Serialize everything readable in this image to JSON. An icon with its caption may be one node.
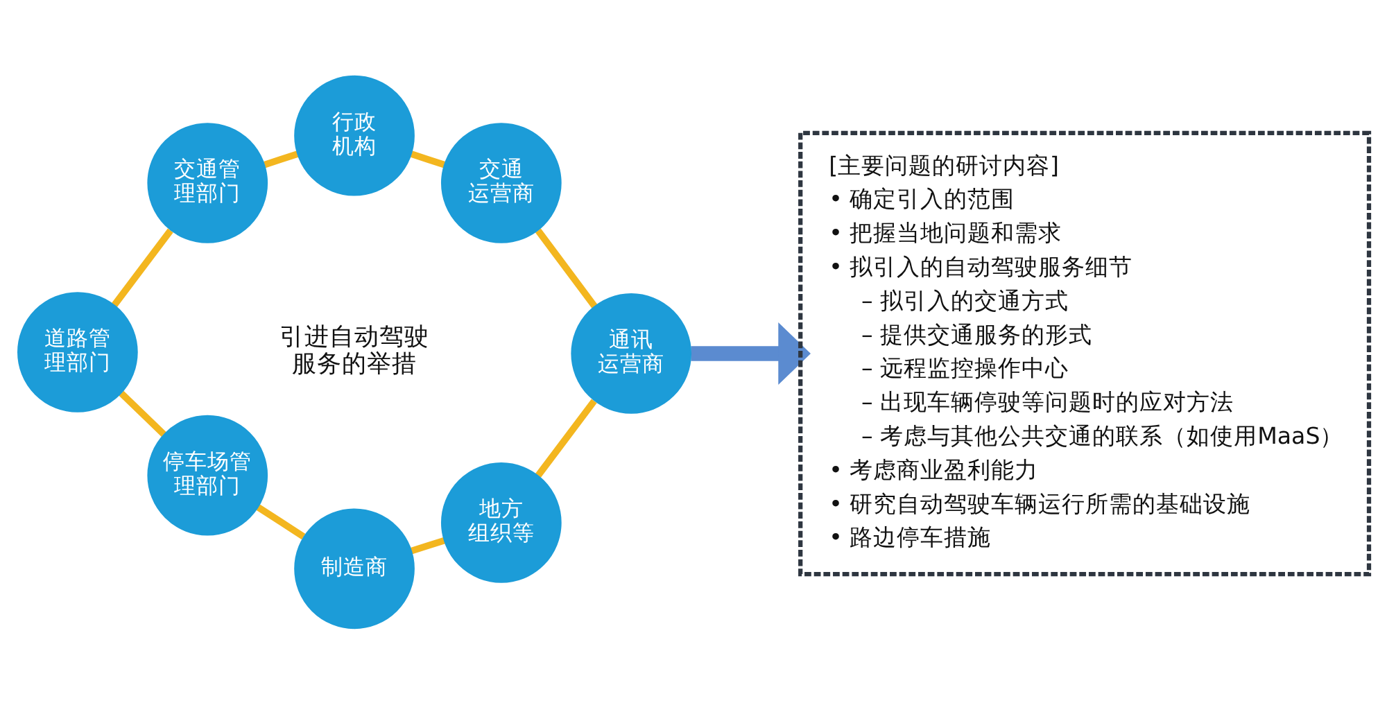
{
  "diagram": {
    "nodes": [
      {
        "text": [
          "引进自动驾驶服务的举措"
        ]
      },
      {
        "text": [
          "行政机构"
        ]
      },
      {
        "text": [
          "交通运营商"
        ]
      },
      {
        "text": [
          "通讯运营商"
        ]
      },
      {
        "text": [
          "地方组织等"
        ]
      },
      {
        "text": [
          "制造商"
        ]
      },
      {
        "text": [
          "停车场管理部门"
        ]
      },
      {
        "text": [
          "道路管理部门"
        ]
      },
      {
        "text": [
          "交通管理部门"
        ]
      },
      {
        "text": [
          "[主要问题的研讨内容]",
          "• 确定引入的范围",
          "• 把握当地问题和需求",
          "• 拟引入的自动驾驶服务细节",
          "– 拟引入的交通方式",
          "– 提供交通服务的形式",
          "– 远程监控操作中心",
          "– 出现车辆停驶等问题时的应对方法",
          "– 考虑与其他公共交通的联系（如使用MaaS）",
          "• 考虑商业盈利能力",
          "• 研究自动驾驶车辆运行所需的基础设施",
          "• 路边停车措施"
        ]
      }
    ],
    "edges": [
      {
        "from": 7,
        "to": 8,
        "arrow": "none"
      },
      {
        "from": 8,
        "to": 1,
        "arrow": "none"
      },
      {
        "from": 1,
        "to": 2,
        "arrow": "none"
      },
      {
        "from": 2,
        "to": 3,
        "arrow": "none"
      },
      {
        "from": 4,
        "to": 3,
        "arrow": "none"
      },
      {
        "from": 5,
        "to": 4,
        "arrow": "none"
      },
      {
        "from": 6,
        "to": 5,
        "arrow": "none"
      },
      {
        "from": 7,
        "to": 6,
        "arrow": "none"
      },
      {
        "from": 3,
        "to": 9,
        "arrow": "to",
        "style": "thick",
        "color": "#5b8bd0"
      }
    ]
  }
}
